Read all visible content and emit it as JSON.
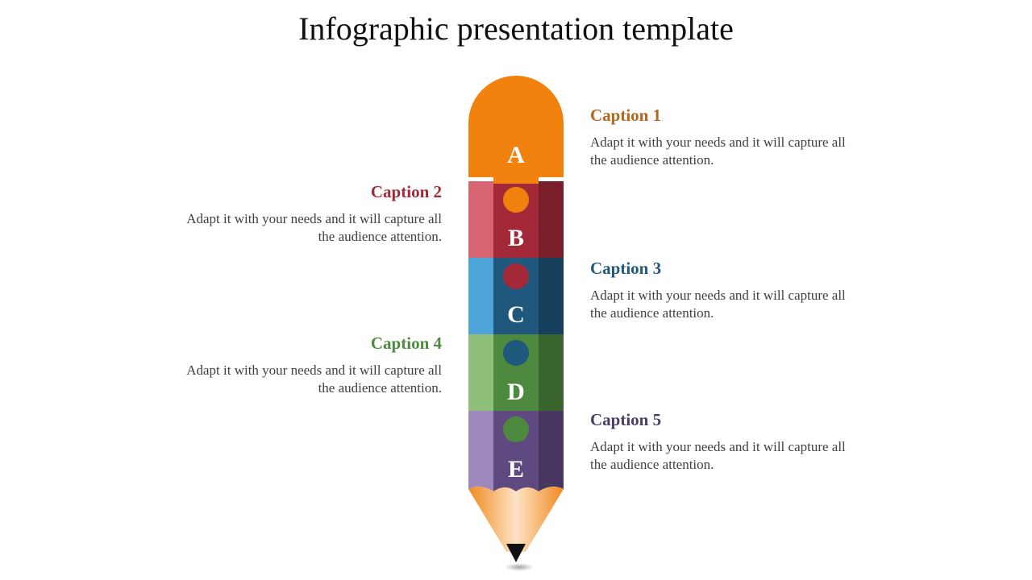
{
  "title": "Infographic presentation template",
  "colors": {
    "orange": "#f0820d",
    "red": "#a32838",
    "blue": "#1f587c",
    "green": "#4d8a3f",
    "purple": "#5e4a80"
  },
  "segments": [
    {
      "letter": "A",
      "color": "orange"
    },
    {
      "letter": "B",
      "color": "red"
    },
    {
      "letter": "C",
      "color": "blue"
    },
    {
      "letter": "D",
      "color": "green"
    },
    {
      "letter": "E",
      "color": "purple"
    }
  ],
  "captions": [
    {
      "title": "Caption 1",
      "text": "Adapt it with your needs and it will capture all the audience attention.",
      "color": "#b5651d"
    },
    {
      "title": "Caption 2",
      "text": "Adapt it with your needs and it will capture all the audience attention.",
      "color": "#a32838"
    },
    {
      "title": "Caption 3",
      "text": "Adapt it with your needs and it will capture all the audience attention.",
      "color": "#1f587c"
    },
    {
      "title": "Caption 4",
      "text": "Adapt it with your needs and it will capture all the audience attention.",
      "color": "#4d8a3f"
    },
    {
      "title": "Caption 5",
      "text": "Adapt it with your needs and it will capture all the audience attention.",
      "color": "#4a3d66"
    }
  ]
}
